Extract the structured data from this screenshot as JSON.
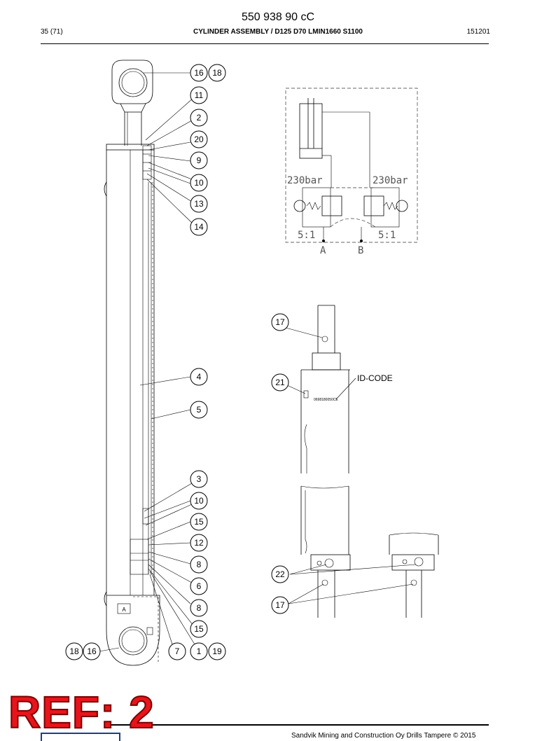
{
  "header": {
    "doc_number": "550 938 90 cC",
    "page": "35 (71)",
    "title": "CYLINDER ASSEMBLY / D125 D70 LMIN1660 S1100",
    "date_code": "151201"
  },
  "footer": {
    "copyright": "Sandvik Mining and Construction Oy Drills Tampere © 2015"
  },
  "stamp": {
    "text": "REF: 2",
    "color": "#e8141b"
  },
  "hydraulic": {
    "left_pressure": "230bar",
    "right_pressure": "230bar",
    "left_ratio": "5:1",
    "right_ratio": "5:1",
    "port_a": "A",
    "port_b": "B"
  },
  "id_code": {
    "label": "ID-CODE",
    "plate_text": "0698180050CE"
  },
  "balloons": {
    "main": [
      "16",
      "18",
      "11",
      "2",
      "20",
      "9",
      "10",
      "13",
      "14",
      "4",
      "5",
      "3",
      "10",
      "15",
      "12",
      "8",
      "6",
      "8",
      "15",
      "18",
      "16",
      "7",
      "1",
      "19"
    ],
    "detail": [
      "17",
      "21",
      "22",
      "17"
    ]
  }
}
